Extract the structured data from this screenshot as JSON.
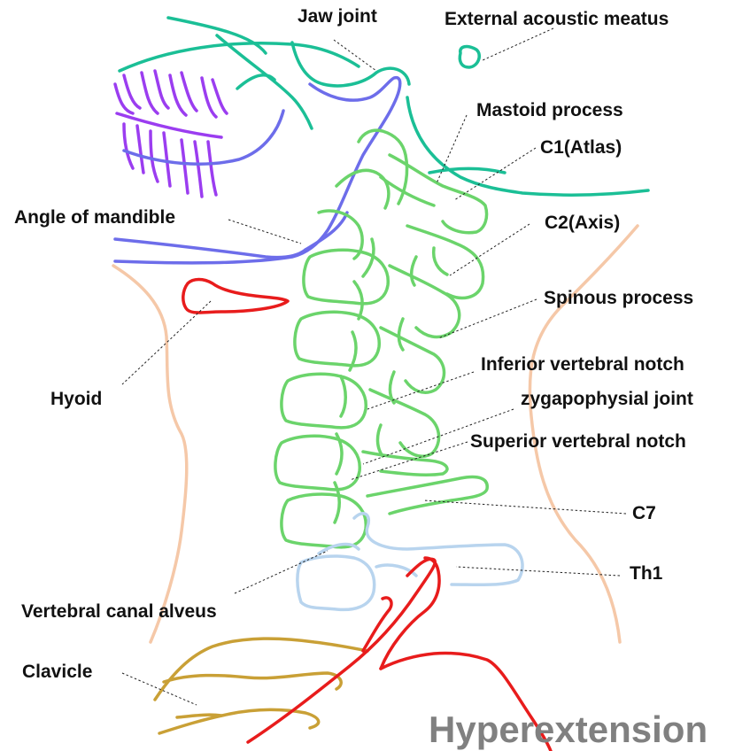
{
  "title": "Hyperextension",
  "labels": {
    "jaw_joint": "Jaw joint",
    "external_acoustic_meatus": "External acoustic meatus",
    "mastoid_process": "Mastoid process",
    "c1_atlas": "C1(Atlas)",
    "angle_of_mandible": "Angle of mandible",
    "c2_axis": "C2(Axis)",
    "spinous_process": "Spinous process",
    "hyoid": "Hyoid",
    "inferior_vertebral_notch": "Inferior vertebral notch",
    "zygapophysial_joint": "zygapophysial joint",
    "superior_vertebral_notch": "Superior vertebral notch",
    "c7": "C7",
    "th1": "Th1",
    "vertebral_canal_alveus": "Vertebral canal alveus",
    "clavicle": "Clavicle"
  },
  "colors": {
    "skull": "#1bbf96",
    "teeth": "#9b3df0",
    "mandible": "#6d6dea",
    "vertebrae": "#6bd46b",
    "hyoid": "#e81c1c",
    "neck_skin": "#f5c8a8",
    "thoracic": "#b8d4ee",
    "clavicle": "#c9a036",
    "artery": "#e81c1c",
    "title": "#808080"
  }
}
